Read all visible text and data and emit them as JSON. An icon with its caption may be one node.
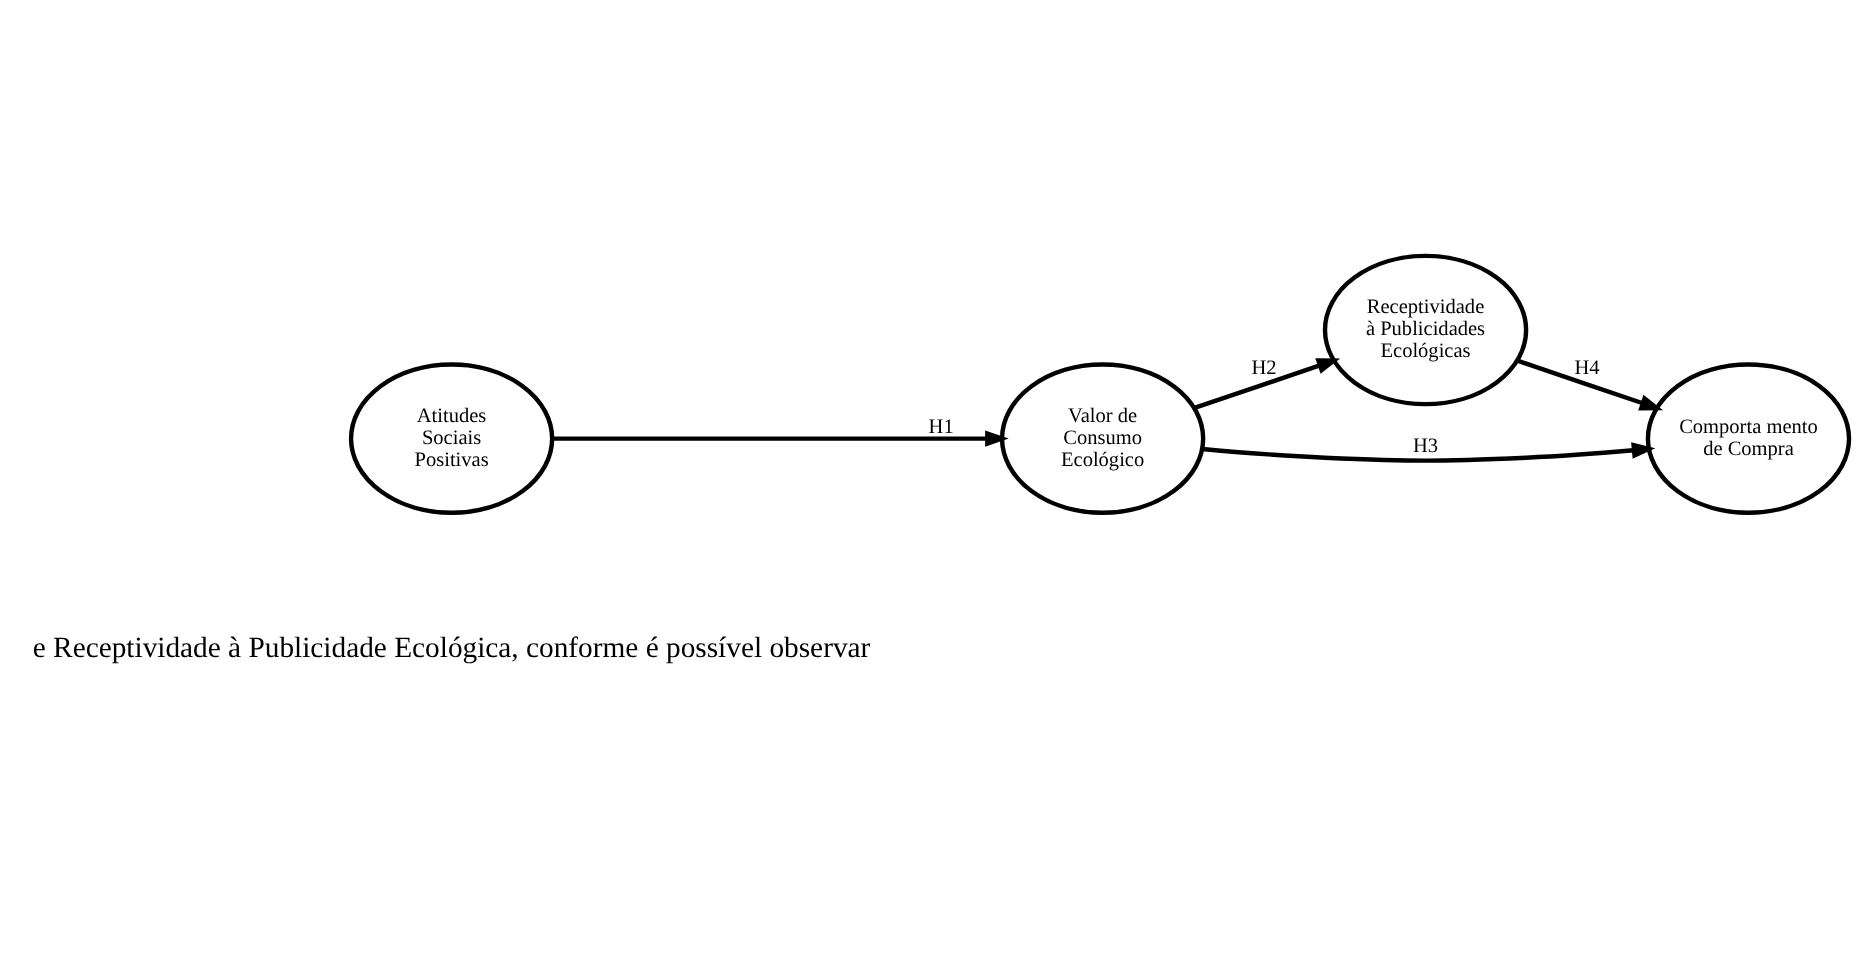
{
  "diagram": {
    "nodes": [
      {
        "text": [
          "Receptividade à Publicidades Ecológicas"
        ]
      },
      {
        "text": [
          "Comporta mento de Compra"
        ]
      },
      {
        "text": [
          "Atitudes Sociais Positivas"
        ]
      },
      {
        "text": [
          "Valor de Consumo Ecológico"
        ]
      }
    ],
    "edges": [
      {
        "from": 2,
        "to": 3,
        "arrow": "to",
        "label": "H1"
      },
      {
        "from": 3,
        "to": 0,
        "arrow": "to",
        "label": "H2"
      },
      {
        "from": 3,
        "to": 1,
        "arrow": "to",
        "label": "H3"
      },
      {
        "from": 0,
        "to": 1,
        "arrow": "to",
        "label": "H4"
      }
    ],
    "labels": [
      "e Receptividade à Publicidade Ecológica, conforme é possível observar"
    ]
  }
}
